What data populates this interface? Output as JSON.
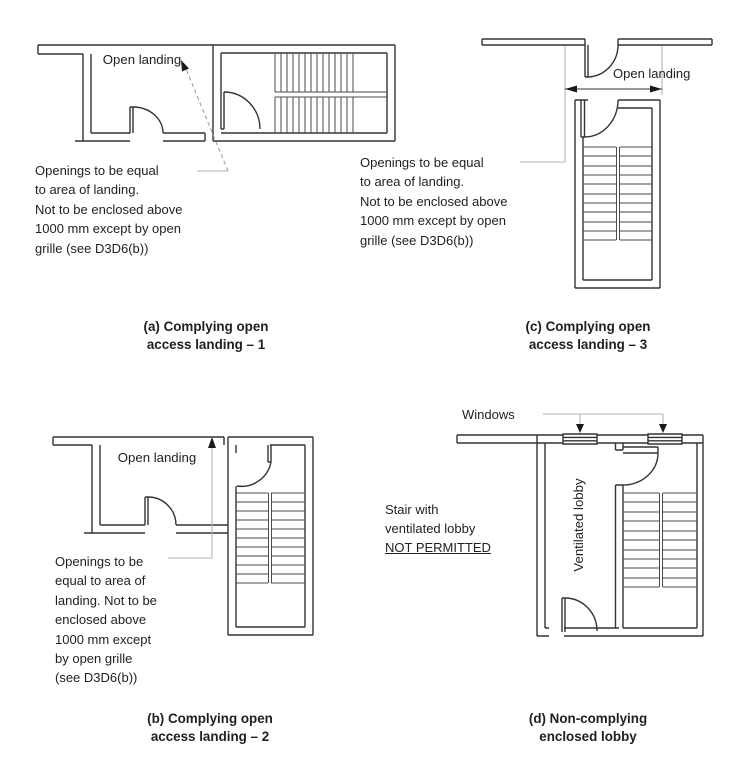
{
  "figure": {
    "a": {
      "landing_label": "Open landing",
      "note_lines": [
        "Openings to be equal",
        "to area of landing.",
        "Not to be enclosed above",
        "1000 mm except by open",
        "grille (see D3D6(b))"
      ],
      "caption_lines": [
        "(a) Complying open",
        "access landing – 1"
      ]
    },
    "b": {
      "landing_label": "Open landing",
      "note_lines": [
        "Openings to be",
        "equal to area of",
        "landing. Not to be",
        "enclosed above",
        "1000 mm except",
        "by open grille",
        "(see D3D6(b))"
      ],
      "caption_lines": [
        "(b) Complying open",
        "access landing – 2"
      ]
    },
    "c": {
      "landing_label": "Open landing",
      "note_lines": [
        "Openings to be equal",
        "to area of landing.",
        "Not to be enclosed above",
        "1000 mm except by open",
        "grille (see D3D6(b))"
      ],
      "caption_lines": [
        "(c) Complying open",
        "access landing – 3"
      ]
    },
    "d": {
      "windows_label": "Windows",
      "warning_lines": [
        "Stair with",
        "ventilated lobby",
        "NOT PERMITTED"
      ],
      "lobby_label": "Ventilated lobby",
      "caption_lines": [
        "(d) Non-complying",
        "enclosed lobby"
      ]
    }
  },
  "colors": {
    "wall": "#333333",
    "tread": "#4a4a4a",
    "leader": "#b5b5b5",
    "dash": "#999999",
    "arrow": "#1a1a1a",
    "text": "#1f1f1f",
    "bg": "#ffffff"
  }
}
